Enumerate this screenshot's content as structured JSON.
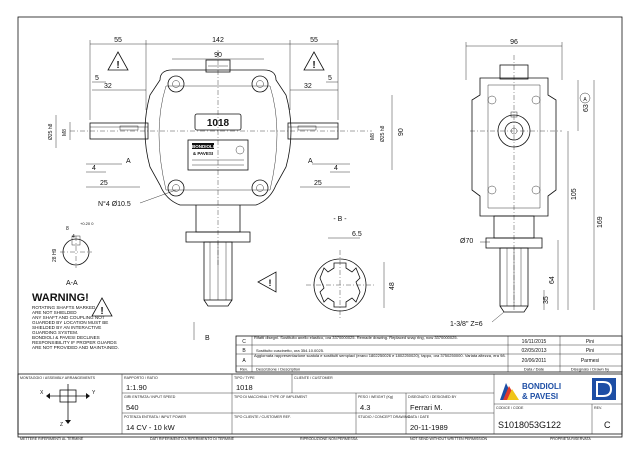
{
  "dimensions": {
    "top_55_left": "55",
    "top_142": "142",
    "top_55_right": "55",
    "top_90": "90",
    "top_96": "96",
    "left_5": "5",
    "left_32": "32",
    "right_5": "5",
    "right_32": "32",
    "dia_25_left": "Ø25 h8",
    "m8_left": "M8",
    "m8_right": "M8",
    "dia_25_right": "Ø25 h8",
    "right_90": "90",
    "sec_A_left": "A",
    "sec_A_right": "A",
    "left_4": "4",
    "left_25": "25",
    "right_4": "4",
    "right_25": "25",
    "holes": "N°4 Ø10.5",
    "side_63": "63",
    "side_105": "105",
    "side_169": "169",
    "side_64": "64",
    "side_35": "35",
    "side_dia70": "Ø70",
    "spline": "1-3/8\" Z=6",
    "B_section_title": "- B -",
    "b_65": "6.5",
    "b_48": "48",
    "aa_8": "8",
    "aa_4": "4",
    "aa_tol": "+0.20\n0",
    "aa_28": "28 H9",
    "aa_label": "A-A",
    "view_B_letter": "B",
    "circle_A": "A"
  },
  "plate": {
    "number": "1018",
    "brand_line1": "BONDIOLI",
    "brand_line2": "& PAVESI"
  },
  "warning": {
    "title": "WARNING!",
    "lines": [
      "ROTATING SHAFTS MARKED",
      "ARE NOT SHIELDED",
      "ANY SHAFT AND COUPLING NOT",
      "GUARDED BY LOCATION MUST BE",
      "SHIELDED BY AN INTERACTIVE",
      "GUARDING SYSTEM.",
      "BONDIOLI & PAVESI DECLINES",
      "RESPONSIBILITY IF PROPER GUARDS",
      "ARE NOT PROVIDED AND MAINTAINED."
    ]
  },
  "revisions": {
    "rows": [
      {
        "rev": "C",
        "description": "Rifatti disegni. Sostituito anello elastico, ora 3370000025. Remade drawing. Replaced snap ring, now 3370000025.",
        "date": "16/11/2015",
        "drawn_by": "Pini"
      },
      {
        "rev": "B",
        "description": "Sostituito cuscinetto, ora 354.10.0025.",
        "date": "02/05/2013",
        "drawn_by": "Pini"
      },
      {
        "rev": "A",
        "description": "Aggiornata rappresentazione scatola e sostituiti sempiaci (erano 1802250026 e 1802250020), tappo, ora 3750250000. Variata altezza, era 98.",
        "date": "20/06/2011",
        "drawn_by": "Parmesi"
      }
    ],
    "header_rev": "Rev.",
    "header_description": "Descrizione / Description",
    "header_date": "Data / Date",
    "header_drawn": "Disegnato / Drawn by"
  },
  "titleblock": {
    "montaggio_label": "MONTAGGIO / ASSEMBLY ARRANGEMENTS",
    "rapporto_label": "RAPPORTO / RATIO",
    "rapporto_value": "1:1.90",
    "tipo_label": "TIPO / TYPE",
    "tipo_value": "1018",
    "cliente_label": "CLIENTE / CUSTOMER",
    "cliente_value": "",
    "giri_label": "GIRI ENTRATA / INPUT SPEED",
    "giri_value": "540",
    "tipo_macchina_label": "TIPO DI MACCHINA / TYPE OF IMPLEMENT",
    "tipo_macchina_value": "",
    "peso_label": "PESO / WEIGHT (Kg)",
    "peso_value": "4.3",
    "disegnato_label": "DISEGNATO / DESIGNED BY",
    "disegnato_value": "Ferrari M.",
    "potenza_label": "POTENZA ENTRATA / INPUT POWER",
    "potenza_value": "14 CV - 10 kW",
    "tipo_cliente_label": "TIPO CLIENTE / CUSTOMER REF.",
    "tipo_cliente_value": "",
    "studio_label": "STUDIO / CONCEPT DRAWING",
    "studio_value": "",
    "data_label": "DATA / DATE",
    "data_value": "20-11-1989",
    "codice_label": "CODICE / CODE",
    "codice_value": "S1018053G122",
    "rev_label": "REV.",
    "rev_value": "C",
    "brand_line1": "BONDIOLI",
    "brand_line2": "& PAVESI",
    "footer": [
      "METTERE RIFERIMENTI AL TERMINE",
      "DATI RIFERIMENTO A RIFERIMENTO DI TERMINE",
      "RIPRODUZIONE NON PERMESSA",
      "NOT SEND WITHOUT WRITTEN PERMISSION",
      "PROPRIETA RISERVATA"
    ],
    "axis_x": "X",
    "axis_y": "Y",
    "axis_z": "Z"
  }
}
